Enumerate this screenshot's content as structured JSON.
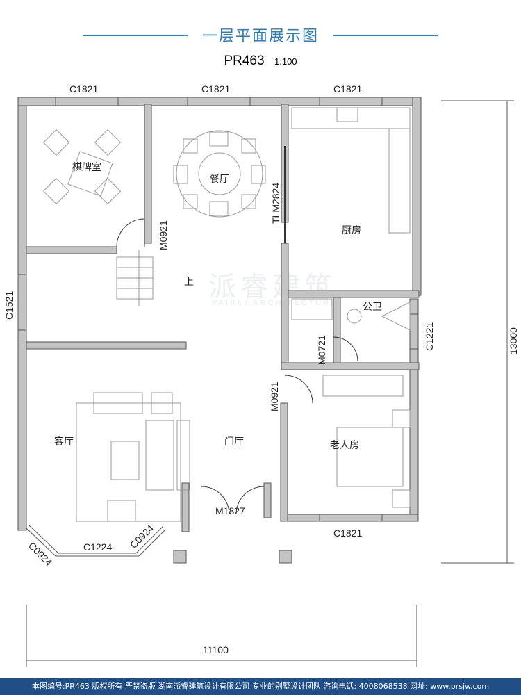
{
  "header": {
    "title": "一层平面展示图",
    "plan_code": "PR463",
    "scale": "1:100"
  },
  "colors": {
    "accent": "#2a7fc4",
    "footer_bg": "#1f4f86",
    "wall": "#bdbdbd"
  },
  "rooms": {
    "chess_room": "棋牌室",
    "dining": "餐厅",
    "kitchen": "厨房",
    "public_bath": "公卫",
    "living": "客厅",
    "foyer": "门厅",
    "elder_room": "老人房",
    "stair_up": "上"
  },
  "openings": {
    "win_top_left": "C1821",
    "win_top_mid": "C1821",
    "win_top_right": "C1821",
    "win_left": "C1521",
    "win_bath": "C1221",
    "win_elder": "C1821",
    "win_bay": "C1224",
    "win_bay_side_a": "C0924",
    "win_bay_side_b": "C0924",
    "door_chess": "M0921",
    "door_kitchen": "TLM2824",
    "door_bath": "M0721",
    "door_elder": "M0921",
    "door_main": "M1827"
  },
  "dimensions": {
    "width": "11100",
    "depth": "13000"
  },
  "watermark": {
    "main": "派睿建筑",
    "sub": "PAIRUI ARCHITECTURE"
  },
  "footer": {
    "text": "本图编号:PR463 版权所有 严禁盗版 湖南派睿建筑设计有限公司 专业的别墅设计团队 咨询电话: 4008068538 网址: www.prsjw.com"
  }
}
